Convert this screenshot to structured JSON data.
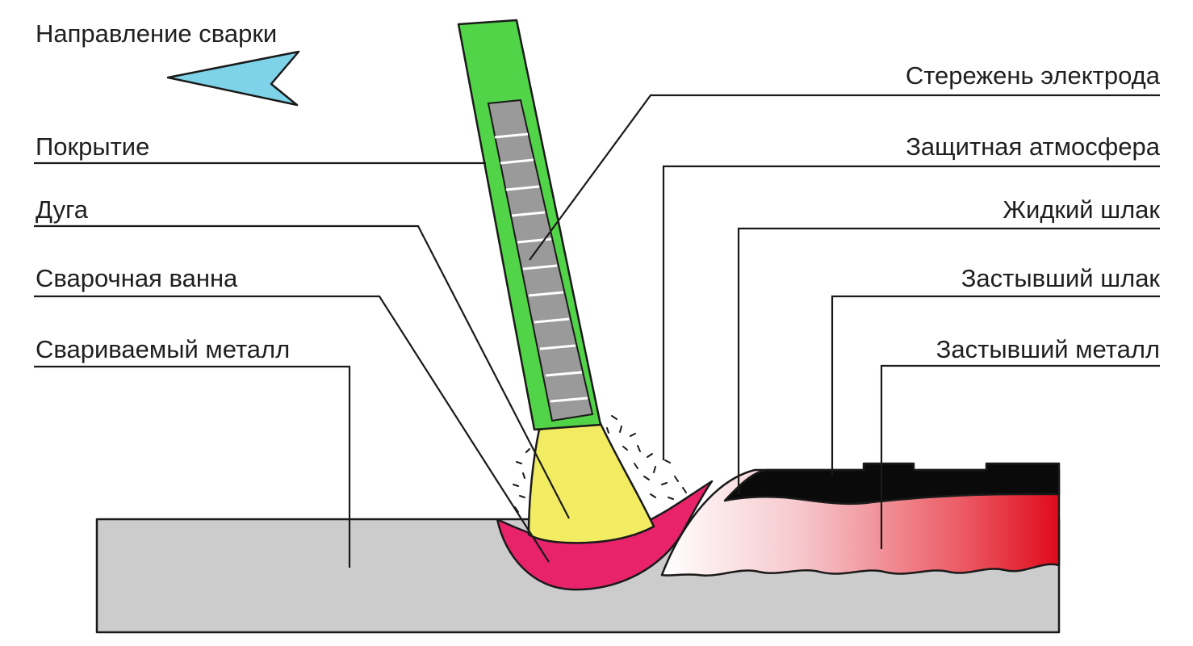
{
  "direction": {
    "label": "Направление сварки"
  },
  "labels": {
    "left": {
      "coating": "Покрытие",
      "arc": "Дуга",
      "pool": "Сварочная ванна",
      "base_metal": "Свариваемый металл"
    },
    "right": {
      "core": "Стережень электрода",
      "gas": "Защитная атмосфера",
      "liquid_slag": "Жидкий шлак",
      "solid_slag": "Застывший шлак",
      "solid_metal": "Застывший металл"
    }
  },
  "colors": {
    "arrow": "#7ed3e8",
    "coating": "#52d448",
    "core": "#9a9a9a",
    "arc": "#f2ec62",
    "pool": "#e8236a",
    "base_metal": "#cccccc",
    "weld_metal": "#e60a1e",
    "slag": "#0a0a0a"
  }
}
